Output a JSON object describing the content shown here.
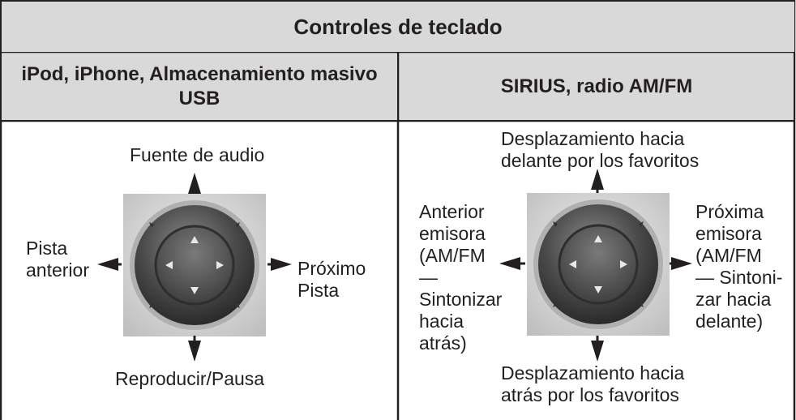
{
  "title": "Controles de teclado",
  "columns": [
    {
      "heading": "iPod, iPhone, Almacenamiento masivo USB",
      "up": "Fuente de audio",
      "left": "Pista anterior",
      "right": "Próximo Pista",
      "down": "Reproducir/Pausa"
    },
    {
      "heading": "SIRIUS, radio AM/FM",
      "up": "Desplazamiento hacia delante por los favoritos",
      "left": "Anterior emisora (AM/FM — Sintonizar hacia atrás)",
      "right": "Próxima emisora (AM/FM — Sintoni- zar hacia delante)",
      "down": "Desplazamiento hacia atrás por los favoritos"
    }
  ],
  "icons": {
    "pad": "keyboard-directional-pad-icon",
    "arrow_up": "arrow-up-icon",
    "arrow_down": "arrow-down-icon",
    "arrow_left": "arrow-left-icon",
    "arrow_right": "arrow-right-icon"
  },
  "colors": {
    "header_bg": "#d9d9d9",
    "border": "#231f20",
    "text": "#231f20"
  }
}
